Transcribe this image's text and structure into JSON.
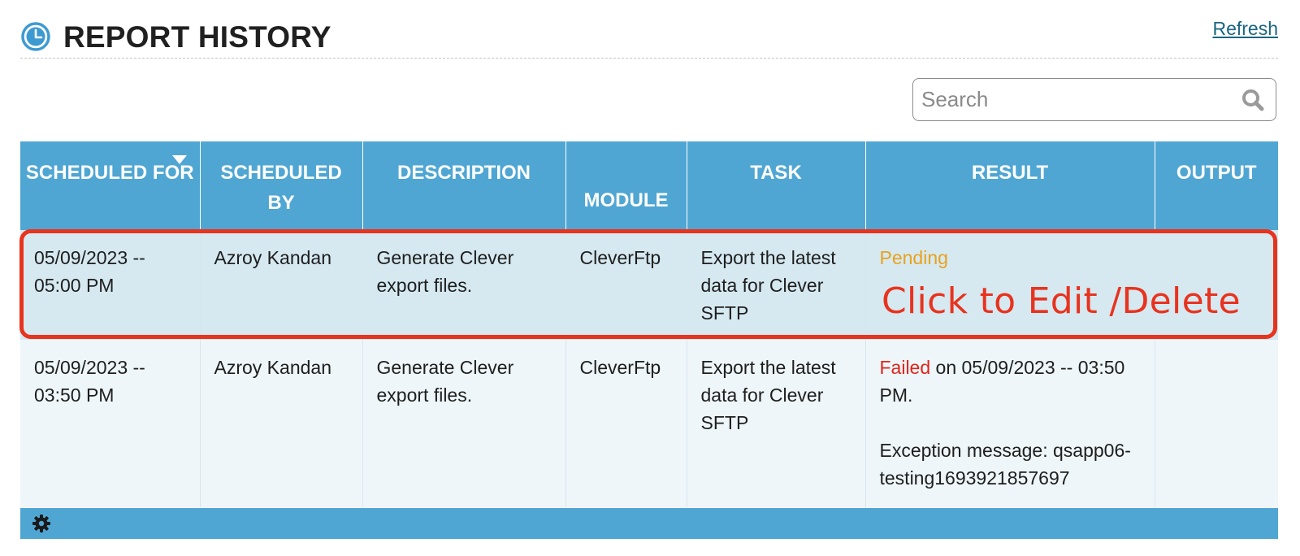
{
  "header": {
    "title": "REPORT HISTORY",
    "refresh_label": "Refresh"
  },
  "search": {
    "placeholder": "Search"
  },
  "table": {
    "columns": {
      "scheduled_for": "SCHEDULED FOR",
      "scheduled_by": "SCHEDULED BY",
      "description": "DESCRIPTION",
      "module": "MODULE",
      "task": "TASK",
      "result": "RESULT",
      "output": "OUTPUT"
    },
    "sort": {
      "column": "scheduled_for",
      "direction": "desc"
    },
    "rows": [
      {
        "scheduled_for": "05/09/2023 -- 05:00 PM",
        "scheduled_by": "Azroy Kandan",
        "description": "Generate Clever export files.",
        "module": "CleverFtp",
        "task": "Export the latest data for Clever SFTP",
        "result_status": "Pending",
        "result_detail": "",
        "exception": "",
        "output": ""
      },
      {
        "scheduled_for": "05/09/2023 -- 03:50 PM",
        "scheduled_by": "Azroy Kandan",
        "description": "Generate Clever export files.",
        "module": "CleverFtp",
        "task": "Export the latest data for Clever SFTP",
        "result_status": "Failed",
        "result_detail": " on 05/09/2023 -- 03:50 PM.",
        "exception": "Exception message: qsapp06-testing1693921857697",
        "output": ""
      }
    ]
  },
  "annotation": {
    "text": "Click to Edit /Delete",
    "color": "#e8331e"
  },
  "icons": {
    "header": "clock-icon",
    "search": "search-icon",
    "footer": "gear-icon"
  },
  "colors": {
    "header_bg": "#4fa6d3",
    "pending": "#e8a21c",
    "failed": "#e0241b",
    "link": "#1a6680"
  }
}
